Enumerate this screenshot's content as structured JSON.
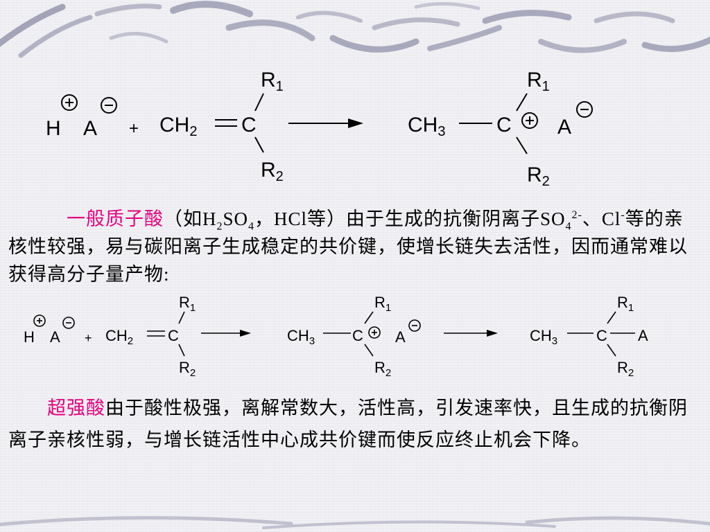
{
  "colors": {
    "highlight": "#e6007e",
    "background": "#f1f1f4",
    "banner_stroke": "#8a8aa6"
  },
  "reaction1": {
    "h": "H",
    "a": "A",
    "plus": "+",
    "ch2": "CH",
    "ch2_sub": "2",
    "c": "C",
    "r": "R",
    "sub1": "1",
    "sub2": "2",
    "ch3": "CH",
    "ch3_sub": "3",
    "cation": "+",
    "anion": "−"
  },
  "paragraph1": {
    "highlight": "一般质子酸",
    "p1": "（如H",
    "sub_2": "2",
    "p2": "SO",
    "sub_4": "4",
    "p3": "，HCl等）由于生成的抗衡阴离子SO",
    "sub_4b": "4",
    "sup_2minus": "2-",
    "p4": "、Cl",
    "sup_minus": "-",
    "p5": "等的亲核性较强，易与碳阳离子生成稳定的共价键，使增长链失去活性，因而通常难以获得高分子量产物:"
  },
  "reaction2": {
    "h": "H",
    "a": "A",
    "plus": "+",
    "ch2": "CH",
    "ch2_sub": "2",
    "c": "C",
    "r": "R",
    "sub1": "1",
    "sub2": "2",
    "ch3": "CH",
    "ch3_sub": "3",
    "cation": "+",
    "anion": "−"
  },
  "paragraph2": {
    "highlight": "超强酸",
    "text": "由于酸性极强，离解常数大，活性高，引发速率快，且生成的抗衡阴离子亲核性弱，与增长链活性中心成共价键而使反应终止机会下降。"
  }
}
